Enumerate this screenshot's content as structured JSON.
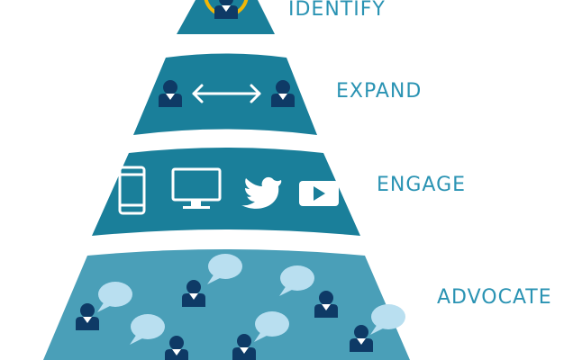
{
  "tiers": [
    {
      "label": "IDENTIFY"
    },
    {
      "label": "EXPAND"
    },
    {
      "label": "ENGAGE"
    },
    {
      "label": "ADVOCATE"
    }
  ],
  "colors": {
    "tier_dark": "#1a7f9a",
    "tier_light": "#4a9fb8",
    "person": "#0e3a66",
    "bubble": "#b9dff0",
    "accent": "#f2b705",
    "label": "#2a93b3",
    "white": "#ffffff"
  },
  "icons": {
    "identify": [
      "person-icon",
      "highlight-ring"
    ],
    "expand": [
      "person-icon",
      "double-arrow-icon",
      "person-icon"
    ],
    "engage": [
      "smartphone-icon",
      "desktop-monitor-icon",
      "twitter-bird-icon",
      "video-play-icon"
    ],
    "advocate": [
      "person-icon",
      "speech-bubble-icon"
    ]
  }
}
